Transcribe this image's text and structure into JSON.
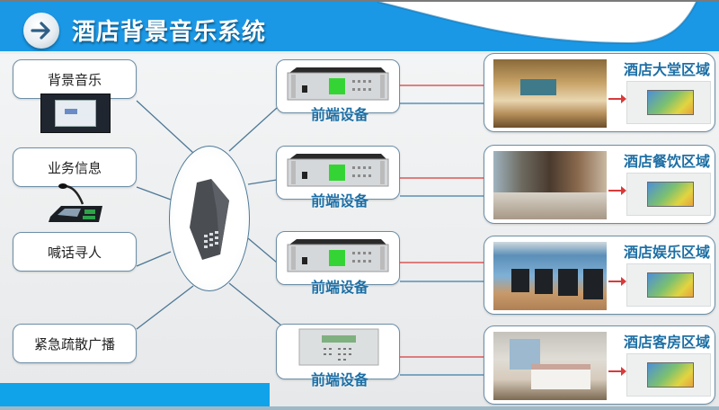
{
  "header": {
    "title": "酒店背景音乐系统",
    "icon": "arrow-right-icon",
    "colors": {
      "band": "#1a98e6",
      "title": "#ffffff"
    }
  },
  "sources": [
    {
      "label": "背景音乐",
      "device": "rack-player-icon"
    },
    {
      "label": "业务信息",
      "device": "paging-microphone-icon"
    },
    {
      "label": "喊话寻人",
      "device": null
    },
    {
      "label": "紧急疏散广播",
      "device": null
    }
  ],
  "hub": {
    "device": "network-switch-icon"
  },
  "front_end": [
    {
      "label": "前端设备",
      "device": "rack-amplifier-icon"
    },
    {
      "label": "前端设备",
      "device": "rack-amplifier-icon"
    },
    {
      "label": "前端设备",
      "device": "rack-amplifier-icon"
    },
    {
      "label": "前端设备",
      "device": "rack-controller-icon"
    }
  ],
  "zones": [
    {
      "label": "酒店大堂区域",
      "photo": "hotel-lobby-photo",
      "panel": "touch-panel-icon"
    },
    {
      "label": "酒店餐饮区域",
      "photo": "restaurant-photo",
      "panel": "touch-panel-icon"
    },
    {
      "label": "酒店娱乐区域",
      "photo": "gym-photo",
      "panel": "touch-panel-icon"
    },
    {
      "label": "酒店客房区域",
      "photo": "guest-room-photo",
      "panel": "touch-panel-icon"
    }
  ],
  "colors": {
    "box_border": "#6d8ea6",
    "connector": "#4e7896",
    "signal_line_red": "#d83b3b",
    "signal_line_blue": "#3f7ea8",
    "label_blue": "#1d6fa5"
  }
}
